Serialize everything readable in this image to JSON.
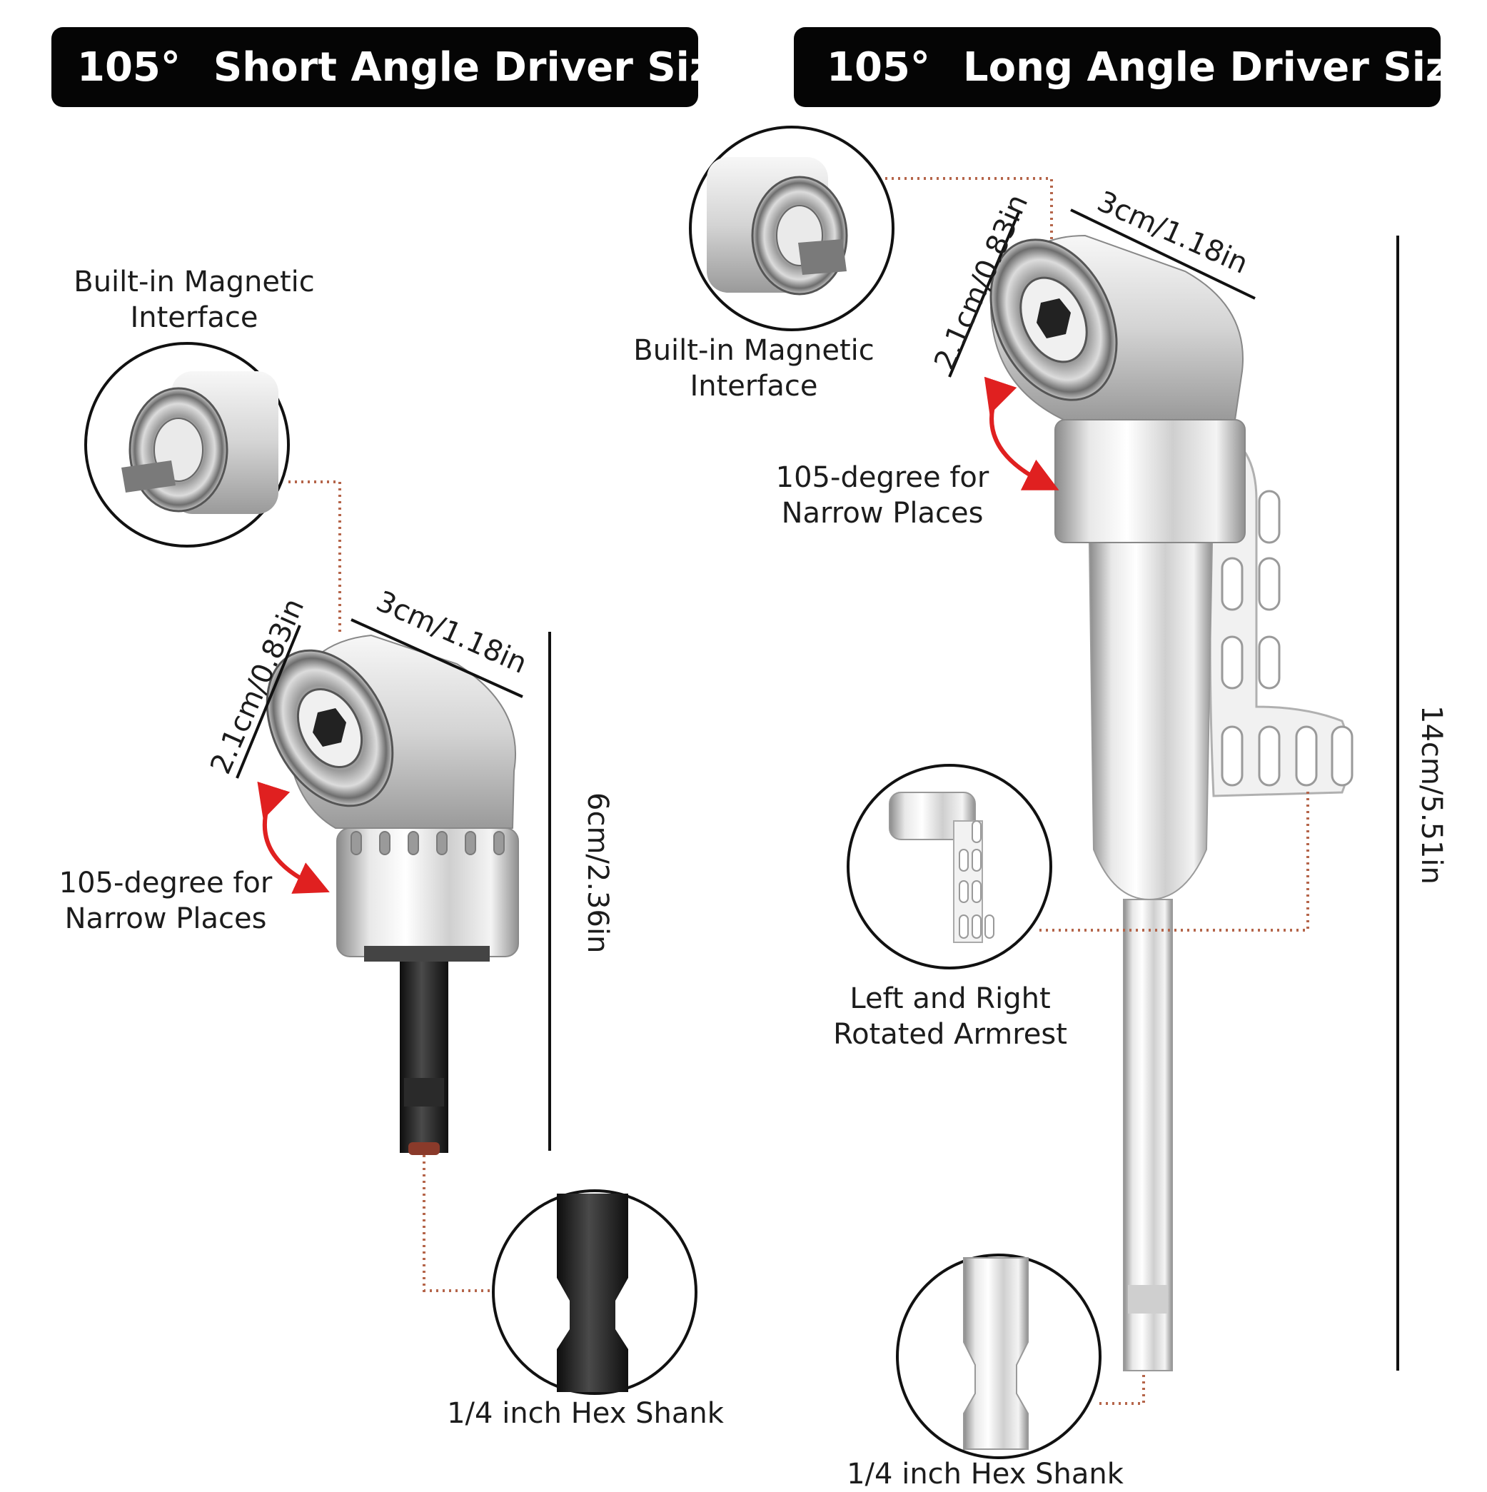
{
  "short_driver": {
    "title_angle": "105°",
    "title": "Short Angle Driver Size:",
    "magnetic_label_line1": "Built-in Magnetic",
    "magnetic_label_line2": "Interface",
    "angle_label_line1": "105-degree for",
    "angle_label_line2": "Narrow Places",
    "shank_label": "1/4 inch Hex Shank",
    "dim_width": "3cm/1.18in",
    "dim_head": "2.1cm/0.83in",
    "dim_length": "6cm/2.36in"
  },
  "long_driver": {
    "title_angle": "105°",
    "title": "Long Angle Driver Size:",
    "magnetic_label_line1": "Built-in Magnetic",
    "magnetic_label_line2": "Interface",
    "angle_label_line1": "105-degree for",
    "angle_label_line2": "Narrow Places",
    "armrest_label_line1": "Left and Right",
    "armrest_label_line2": "Rotated Armrest",
    "shank_label": "1/4 inch Hex Shank",
    "dim_width": "3cm/1.18in",
    "dim_head": "2.1cm/0.83in",
    "dim_length": "14cm/5.51in"
  },
  "colors": {
    "banner_bg": "#050505",
    "banner_text": "#ffffff",
    "leader_dots": "#b5654a",
    "arrow_red": "#e02020",
    "metal_light": "#f2f2f2",
    "metal_mid": "#bdbdbd",
    "metal_dark": "#6a6a6a",
    "shank_black": "#1e1e1e"
  }
}
